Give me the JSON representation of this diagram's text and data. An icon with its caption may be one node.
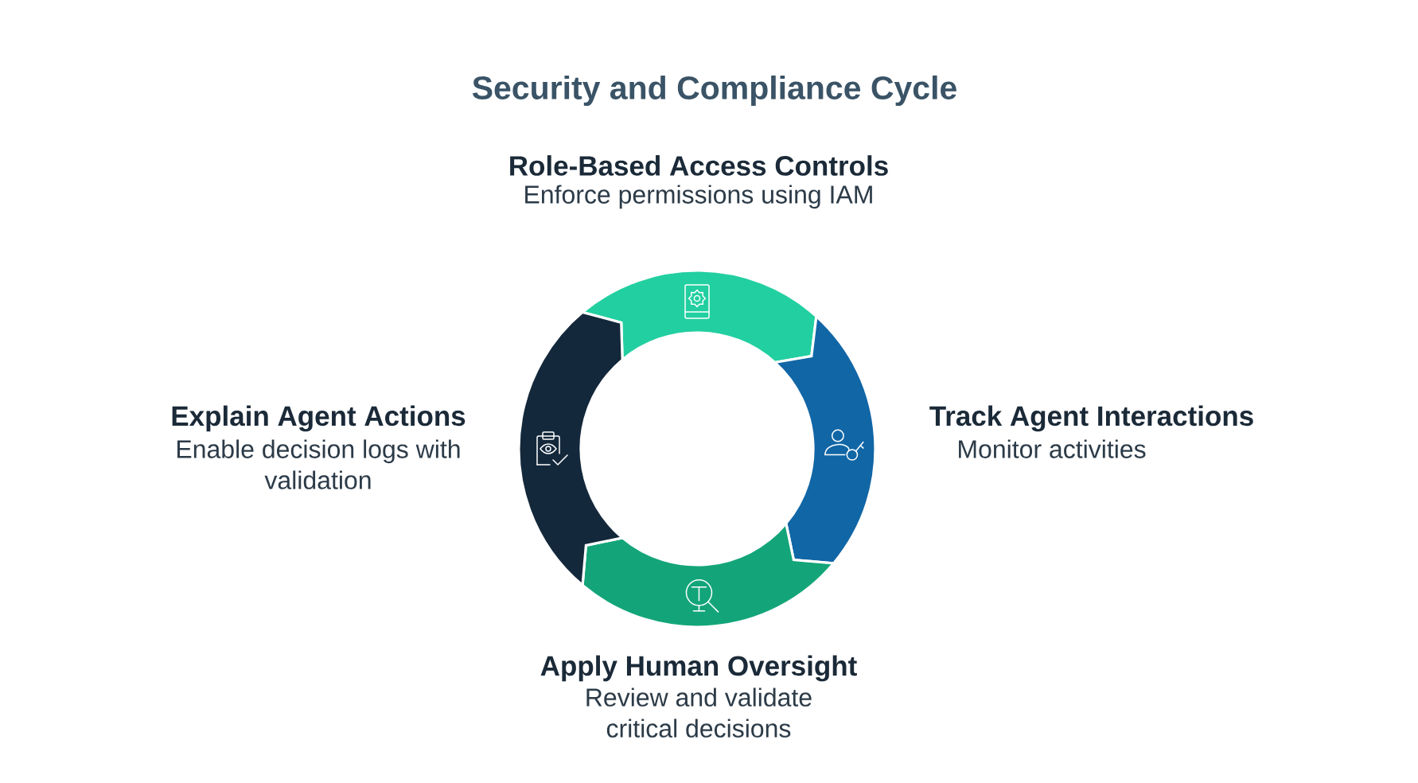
{
  "diagram": {
    "title": "Security and Compliance Cycle",
    "nodes": [
      {
        "text": [
          "Role-Based Access Controls",
          "Enforce permissions using IAM"
        ]
      },
      {
        "text": [
          "Track Agent Interactions",
          "Monitor activities"
        ]
      },
      {
        "text": [
          "Apply Human Oversight",
          "Review and validate critical decisions"
        ]
      },
      {
        "text": [
          "Explain Agent Actions",
          "Enable decision logs with validation"
        ]
      }
    ]
  }
}
